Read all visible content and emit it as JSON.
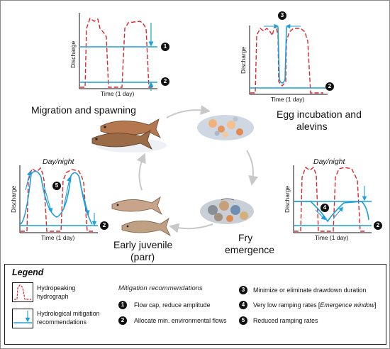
{
  "stages": {
    "migration": "Migration and spawning",
    "egg_line1": "Egg incubation and",
    "egg_line2": "alevins",
    "fry_line1": "Fry",
    "fry_line2": "emergence",
    "juv_line1": "Early juvenile",
    "juv_line2": "(parr)"
  },
  "axes": {
    "discharge": "Discharge",
    "time": "Time (1 day)"
  },
  "daynight": "Day/night",
  "markers": {
    "m1": "1",
    "m2": "2",
    "m3": "3",
    "m4": "4",
    "m5": "5"
  },
  "legend": {
    "title": "Legend",
    "hydropeaking_line1": "Hydropeaking",
    "hydropeaking_line2": "hydrograph",
    "mitigation_line1": "Hydrological mitigation",
    "mitigation_line2": "recommendations",
    "mitigation_header": "Mitigation recommendations",
    "items": [
      {
        "n": "1",
        "text": "Flow cap, reduce amplitude"
      },
      {
        "n": "2",
        "text": "Allocate min. environmental flows"
      },
      {
        "n": "3",
        "text": "Minimize or eliminate drawdown duration"
      },
      {
        "n": "4",
        "text": "Very low ramping rates [",
        "italic": "Emergence window",
        "after": "]"
      },
      {
        "n": "5",
        "text": "Reduced ramping rates"
      }
    ]
  },
  "colors": {
    "hydrograph": "#e0262b",
    "mitigation": "#1a9fd9",
    "marker": "#111111",
    "cycle_arrow": "#c8c8c8"
  }
}
